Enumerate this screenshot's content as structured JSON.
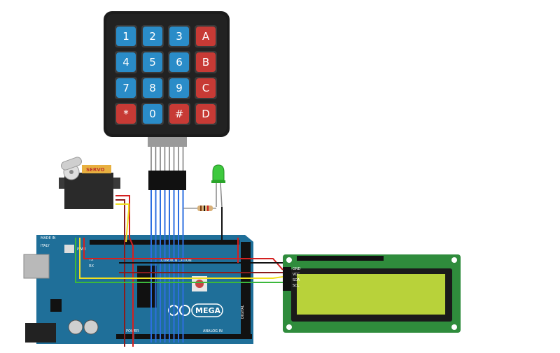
{
  "keypad": {
    "keys": [
      {
        "label": "1",
        "color": "#2a8cc8"
      },
      {
        "label": "2",
        "color": "#2a8cc8"
      },
      {
        "label": "3",
        "color": "#2a8cc8"
      },
      {
        "label": "A",
        "color": "#c73a35"
      },
      {
        "label": "4",
        "color": "#2a8cc8"
      },
      {
        "label": "5",
        "color": "#2a8cc8"
      },
      {
        "label": "6",
        "color": "#2a8cc8"
      },
      {
        "label": "B",
        "color": "#c73a35"
      },
      {
        "label": "7",
        "color": "#2a8cc8"
      },
      {
        "label": "8",
        "color": "#2a8cc8"
      },
      {
        "label": "9",
        "color": "#2a8cc8"
      },
      {
        "label": "C",
        "color": "#c73a35"
      },
      {
        "label": "*",
        "color": "#c73a35"
      },
      {
        "label": "0",
        "color": "#2a8cc8"
      },
      {
        "label": "#",
        "color": "#c73a35"
      },
      {
        "label": "D",
        "color": "#c73a35"
      }
    ]
  },
  "servo": {
    "label": "SERVO"
  },
  "arduino": {
    "made_in": "MADE IN",
    "italy": "ITALY",
    "pwm": "PWM",
    "tx": "TX",
    "rx": "RX",
    "communication": "COMMUNICATION",
    "power": "POWER",
    "analog_in": "ANALOG IN",
    "digital": "DIGITAL",
    "mega": "MEGA",
    "board_color": "#1f6f99"
  },
  "lcd": {
    "pins": [
      "GND",
      "VCC",
      "SDA",
      "SCL"
    ],
    "screen_color": "#b8d23a",
    "pcb_color": "#2f8c3c"
  },
  "wires": {
    "keypad_color": "#2d6fe0",
    "power_color": "#d42020",
    "ground_color": "#111111",
    "signal_color": "#f0e020",
    "sda_color": "#8a1c1c",
    "scl_color": "#3cb83c"
  }
}
